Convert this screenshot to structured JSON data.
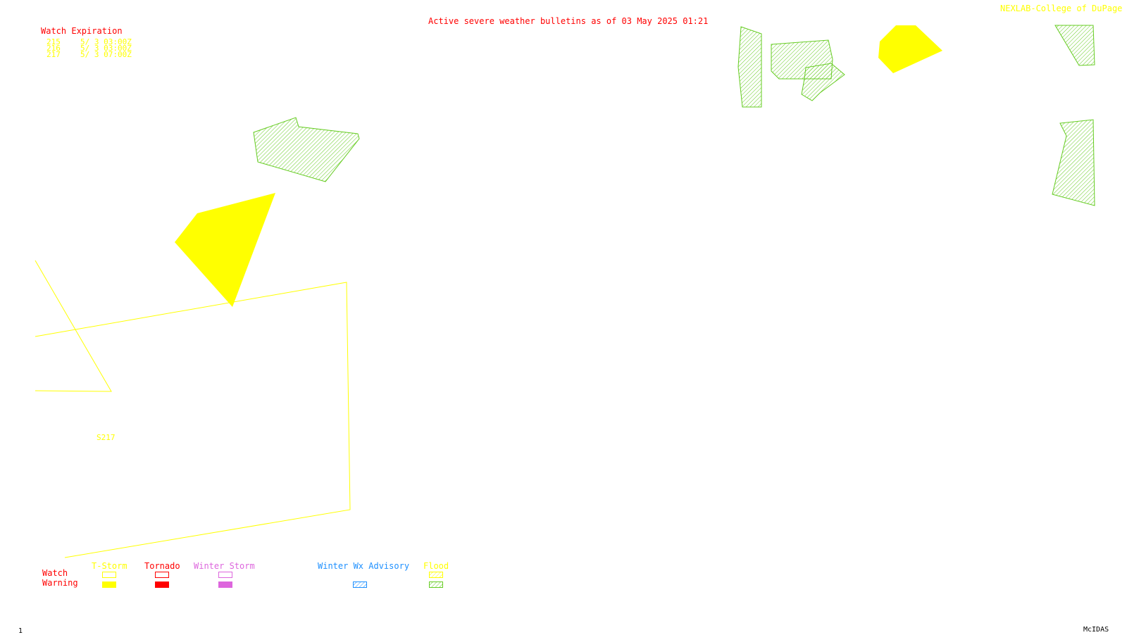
{
  "header": {
    "title": "Active severe weather bulletins as of 03 May 2025 01:21",
    "credit": "NEXLAB-College of DuPage R"
  },
  "watch_expiration": {
    "heading": "Watch Expiration",
    "rows": [
      {
        "id": "215",
        "expires": "5/ 3 03:00Z"
      },
      {
        "id": "216",
        "expires": "5/ 3 03:00Z"
      },
      {
        "id": "217",
        "expires": "5/ 3 07:00Z"
      }
    ]
  },
  "map": {
    "watch_label": "S217",
    "colors": {
      "tstorm": "#ffff00",
      "tornado": "#ff0000",
      "winter_storm": "#dd66dd",
      "winter_advisory": "#1e90ff",
      "flood": "#66cc22"
    }
  },
  "legend": {
    "row_watch": "Watch",
    "row_warning": "Warning",
    "columns": [
      {
        "key": "tstorm",
        "label": "T-Storm"
      },
      {
        "key": "tornado",
        "label": "Tornado"
      },
      {
        "key": "winter_storm",
        "label": "Winter Storm"
      },
      {
        "key": "winter_advisory",
        "label": "Winter Wx Advisory"
      },
      {
        "key": "flood",
        "label": "Flood"
      }
    ]
  },
  "footer": {
    "frame": "1",
    "software": "McIDAS"
  }
}
